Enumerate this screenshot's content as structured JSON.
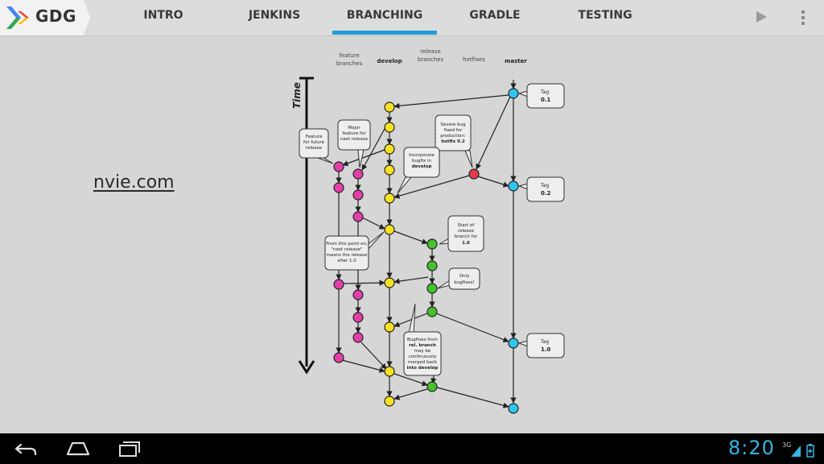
{
  "header": {
    "logo_text": "GDG",
    "tabs": [
      {
        "label": "INTRO"
      },
      {
        "label": "JENKINS"
      },
      {
        "label": "BRANCHING"
      },
      {
        "label": "GRADLE"
      },
      {
        "label": "TESTING"
      }
    ],
    "active_tab": "BRANCHING",
    "accent_color": "#1e9fd8"
  },
  "slide": {
    "credit_link": "nvie.com"
  },
  "diagram": {
    "time_label": "Time",
    "columns": [
      {
        "lines": [
          "feature",
          "branches"
        ]
      },
      {
        "lines": [
          "develop"
        ]
      },
      {
        "lines": [
          "release",
          "branches"
        ]
      },
      {
        "lines": [
          "hotfixes"
        ]
      },
      {
        "lines": [
          "master"
        ]
      }
    ],
    "callouts": {
      "feature_future": [
        "Feature",
        "for future",
        "release"
      ],
      "major_feature": [
        "Major",
        "feature for",
        "next release"
      ],
      "severe_bug": [
        "Severe bug",
        "fixed for",
        "production:",
        "hotfix 0.2"
      ],
      "incorporate": [
        "Incorporate",
        "bugfix in",
        "develop"
      ],
      "start_release": [
        "Start of",
        "release",
        "branch for",
        "1.0"
      ],
      "from_this_point": [
        "From this point on,",
        "\"next release\"",
        "means the release",
        "after 1.0"
      ],
      "only_bugfixes": [
        "Only",
        "bugfixes!"
      ],
      "bugfixes_from": [
        "Bugfixes from",
        "rel. branch",
        "may be",
        "continuously",
        "merged back",
        "into develop"
      ]
    },
    "tags": [
      {
        "label": "Tag",
        "version": "0.1"
      },
      {
        "label": "Tag",
        "version": "0.2"
      },
      {
        "label": "Tag",
        "version": "1.0"
      }
    ],
    "colors": {
      "feature": "#e23fa9",
      "develop": "#f5e024",
      "release": "#46c22e",
      "hotfix": "#e43a4e",
      "master": "#2fc6ee"
    }
  },
  "statusbar": {
    "time": "8:20",
    "network": "3G"
  }
}
